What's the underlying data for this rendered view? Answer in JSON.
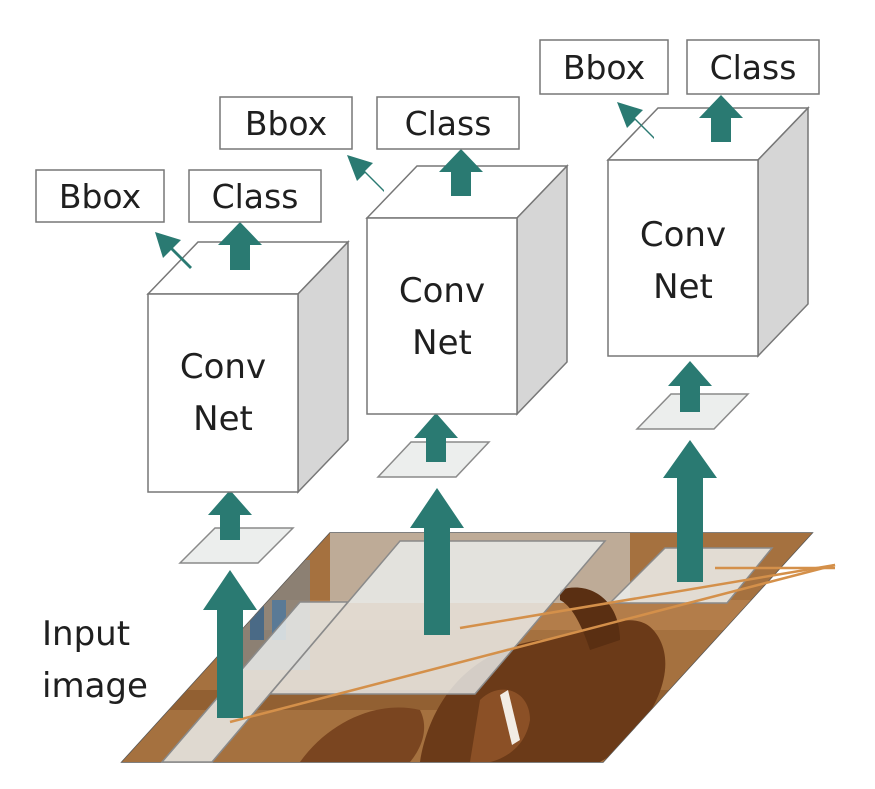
{
  "diagram": {
    "input_label": [
      "Input",
      "image"
    ],
    "networks": [
      {
        "label": [
          "Conv",
          "Net"
        ],
        "outputs": [
          "Bbox",
          "Class"
        ]
      },
      {
        "label": [
          "Conv",
          "Net"
        ],
        "outputs": [
          "Bbox",
          "Class"
        ]
      },
      {
        "label": [
          "Conv",
          "Net"
        ],
        "outputs": [
          "Bbox",
          "Class"
        ]
      }
    ],
    "colors": {
      "arrow": "#2a7a72",
      "cube_front": "#ffffff",
      "cube_side": "#d6d6d6",
      "cube_edge": "#777777",
      "region_fill": "#eceeed",
      "region_edge": "#9a9a9a",
      "image_wood": "#9a6a3c",
      "horse": "#6b3a18",
      "pointer_line": "#d4904a"
    }
  }
}
